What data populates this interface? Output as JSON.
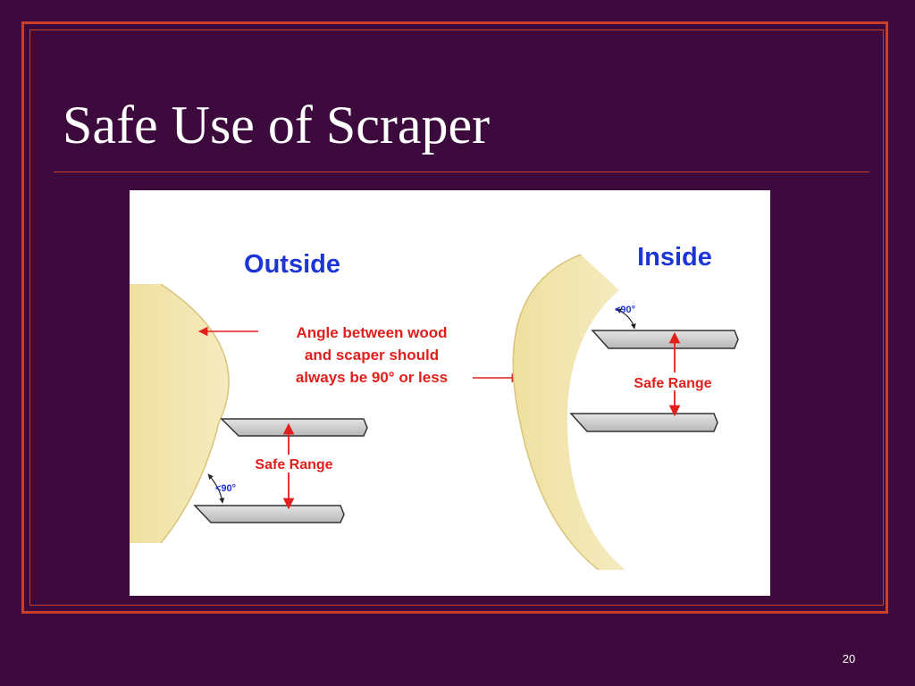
{
  "slide": {
    "title": "Safe Use of Scraper",
    "page_number": "20"
  },
  "diagram": {
    "outside_heading": "Outside",
    "inside_heading": "Inside",
    "angle_note_lines": [
      "Angle between wood",
      "and scaper should",
      "always be 90° or less"
    ],
    "outside_safe_range_label": "Safe Range",
    "inside_safe_range_label": "Safe Range",
    "outside_angle_label": "<90°",
    "inside_angle_label": "<90°"
  },
  "colors": {
    "background": "#3d0a3d",
    "frame": "#c8402a",
    "heading_blue": "#1d35d6",
    "annotation_red": "#e0201c",
    "wood": "#f0e2a2",
    "scraper": "#c9c9c9"
  }
}
